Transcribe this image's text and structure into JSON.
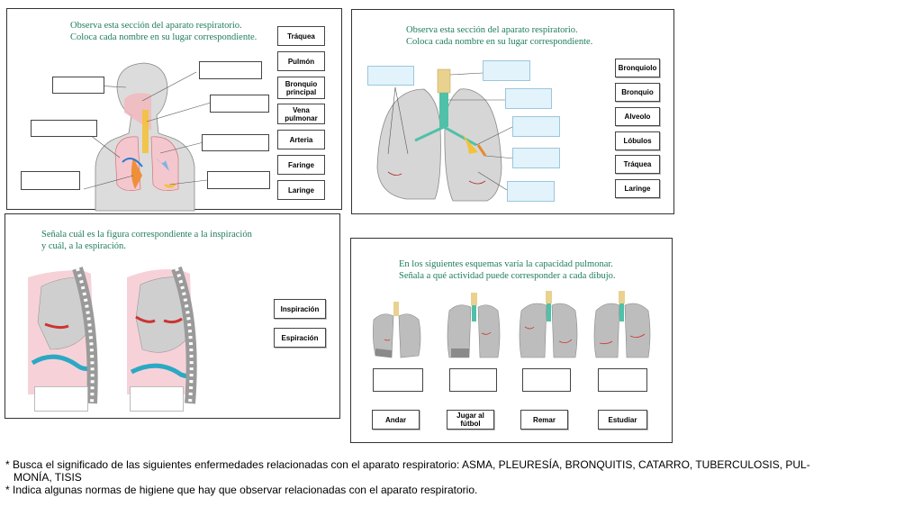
{
  "panel1": {
    "instruction_line1": "Observa esta sección del aparato respiratorio.",
    "instruction_line2": "Coloca cada nombre en su lugar correspondiente.",
    "labels": [
      "Tráquea",
      "Pulmón",
      "Bronquio principal",
      "Vena pulmonar",
      "Arteria",
      "Faringe",
      "Laringe"
    ]
  },
  "panel2": {
    "instruction_line1": "Observa esta sección del aparato respiratorio.",
    "instruction_line2": "Coloca cada nombre en su lugar correspondiente.",
    "labels": [
      "Bronquiolo",
      "Bronquio",
      "Alveolo",
      "Lóbulos",
      "Tráquea",
      "Laringe"
    ]
  },
  "panel3": {
    "instruction_line1": "Señala cuál es la figura correspondiente a la inspiración",
    "instruction_line2": "y cuál, a la espiración.",
    "labels": [
      "Inspiración",
      "Espiración"
    ]
  },
  "panel4": {
    "instruction_line1": "En los siguientes esquemas varía la capacidad pulmonar.",
    "instruction_line2": "Señala a qué actividad puede corresponder a cada dibujo.",
    "labels": [
      "Andar",
      "Jugar al fútbol",
      "Remar",
      "Estudiar"
    ]
  },
  "footer": {
    "line1": "* Busca el significado de las siguientes enfermedades relacionadas con el aparato respiratorio: ASMA, PLEURESÍA, BRONQUITIS, CATARRO, TUBERCULOSIS, PUL-",
    "line2": "MONÍA, TISIS",
    "line3": "* Indica algunas normas de higiene que hay que observar relacionadas con el aparato respiratorio."
  }
}
